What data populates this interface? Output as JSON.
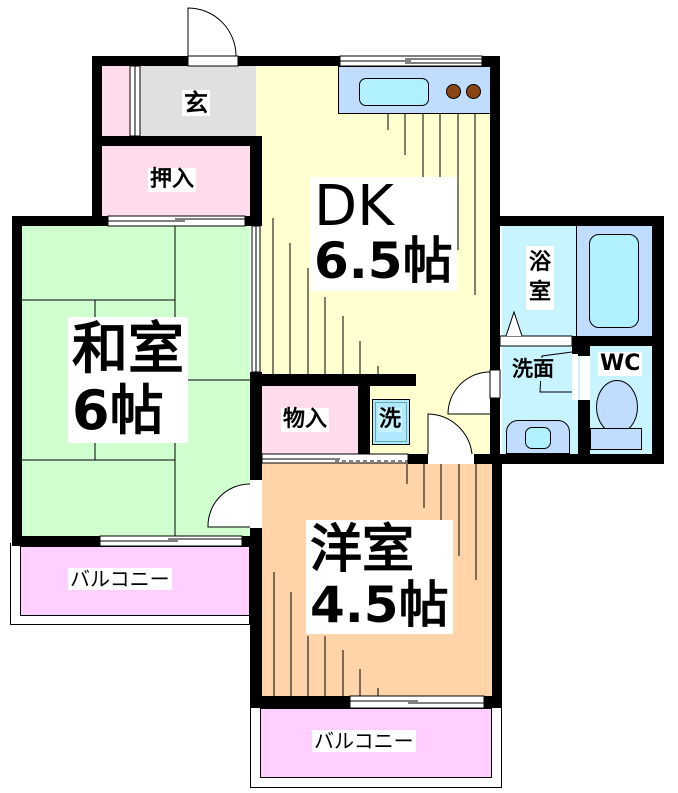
{
  "floorplan": {
    "rooms": {
      "genkan": {
        "label": "玄",
        "color": "#e0e0e0"
      },
      "oshiire": {
        "label": "押入",
        "color": "#ffdcec"
      },
      "dk": {
        "label_line1": "DK",
        "label_line2": "6.5帖",
        "color": "#ffffd0"
      },
      "washitsu": {
        "label_line1": "和室",
        "label_line2": "6帖",
        "color": "#d0ffd0"
      },
      "monoire": {
        "label": "物入",
        "color": "#ffdcec"
      },
      "sentaku": {
        "label": "洗",
        "color": "#b0e8ff"
      },
      "yoshitsu": {
        "label_line1": "洋室",
        "label_line2": "4.5帖",
        "color": "#ffd4a8"
      },
      "yokushitsu": {
        "label_line1": "浴",
        "label_line2": "室",
        "color": "#c8f4ff"
      },
      "senmen": {
        "label": "洗面",
        "color": "#c8f4ff"
      },
      "wc": {
        "label": "WC",
        "color": "#c8f4ff"
      },
      "balcony_left": {
        "label": "バルコニー",
        "color": "#ffd0ff"
      },
      "balcony_bottom": {
        "label": "バルコニー",
        "color": "#ffd0ff"
      },
      "shoe_closet": {
        "color": "#ffdcec"
      }
    },
    "fixtures": {
      "kitchen_counter": {
        "color": "#c0dcff",
        "sink_color": "#b0f0ff",
        "burner_color": "#8b4513",
        "burner_count": 2
      },
      "bathtub": {
        "color": "#b0f0ff"
      },
      "toilet": {
        "color": "#c0dcff"
      },
      "washbasin": {
        "color": "#c0dcff"
      }
    },
    "wall_color": "#000000"
  }
}
